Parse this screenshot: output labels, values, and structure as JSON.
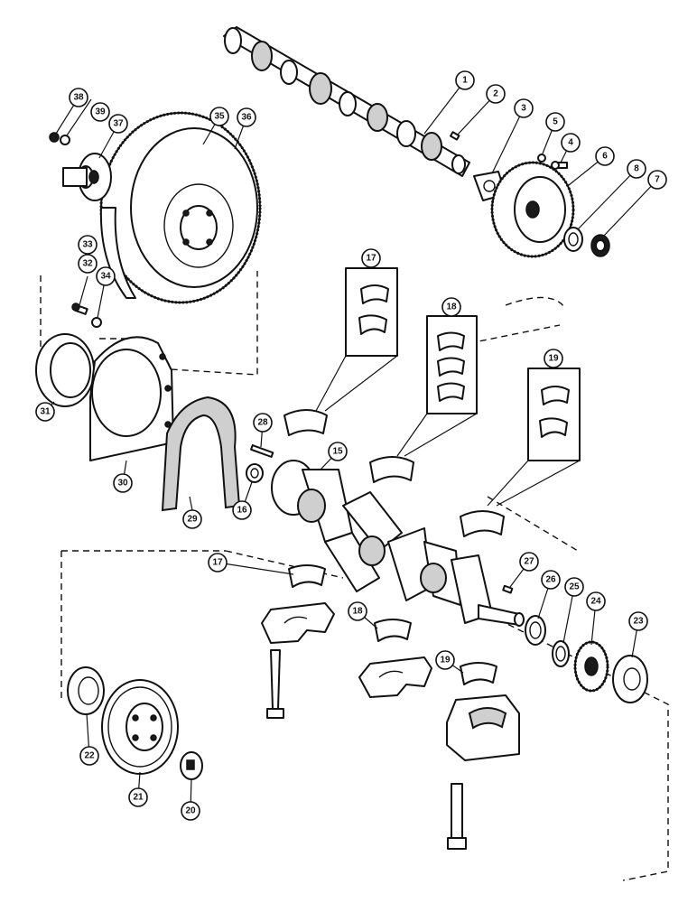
{
  "diagram": {
    "callouts": [
      {
        "id": "c1",
        "label": "1"
      },
      {
        "id": "c2",
        "label": "2"
      },
      {
        "id": "c3",
        "label": "3"
      },
      {
        "id": "c4",
        "label": "4"
      },
      {
        "id": "c5",
        "label": "5"
      },
      {
        "id": "c6",
        "label": "6"
      },
      {
        "id": "c7",
        "label": "7"
      },
      {
        "id": "c8",
        "label": "8"
      },
      {
        "id": "c15",
        "label": "15"
      },
      {
        "id": "c16",
        "label": "16"
      },
      {
        "id": "c17a",
        "label": "17"
      },
      {
        "id": "c17b",
        "label": "17"
      },
      {
        "id": "c18a",
        "label": "18"
      },
      {
        "id": "c18b",
        "label": "18"
      },
      {
        "id": "c19a",
        "label": "19"
      },
      {
        "id": "c19b",
        "label": "19"
      },
      {
        "id": "c20",
        "label": "20"
      },
      {
        "id": "c21",
        "label": "21"
      },
      {
        "id": "c22",
        "label": "22"
      },
      {
        "id": "c23",
        "label": "23"
      },
      {
        "id": "c24",
        "label": "24"
      },
      {
        "id": "c25",
        "label": "25"
      },
      {
        "id": "c26",
        "label": "26"
      },
      {
        "id": "c27",
        "label": "27"
      },
      {
        "id": "c28",
        "label": "28"
      },
      {
        "id": "c29",
        "label": "29"
      },
      {
        "id": "c30",
        "label": "30"
      },
      {
        "id": "c31",
        "label": "31"
      },
      {
        "id": "c32",
        "label": "32"
      },
      {
        "id": "c33",
        "label": "33"
      },
      {
        "id": "c34",
        "label": "34"
      },
      {
        "id": "c35",
        "label": "35"
      },
      {
        "id": "c36",
        "label": "36"
      },
      {
        "id": "c37",
        "label": "37"
      },
      {
        "id": "c38",
        "label": "38"
      },
      {
        "id": "c39",
        "label": "39"
      }
    ]
  }
}
